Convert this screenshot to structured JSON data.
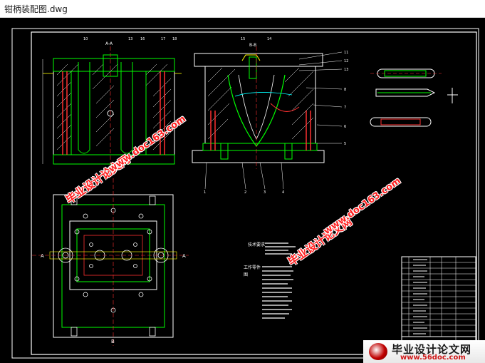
{
  "window": {
    "title": "钳柄装配图.dwg"
  },
  "drawing": {
    "section_a": "A-A",
    "section_b": "B-B",
    "label_a": "A",
    "label_b": "B",
    "tech_req_heading": "技术要求",
    "work_zone_heading": "工作零件",
    "work_zone_sub": "图",
    "part_numbers_top": [
      "10",
      "13",
      "16",
      "17",
      "18"
    ],
    "part_numbers_mid": [
      "15",
      "14"
    ],
    "part_numbers_right": [
      "11",
      "12",
      "13",
      "8",
      "7",
      "6",
      "5"
    ],
    "part_numbers_bottom": [
      "1",
      "2",
      "3",
      "4"
    ]
  },
  "watermarks": {
    "cn": "毕业设计论文网",
    "url": "www.doc163.com"
  },
  "logo": {
    "cn": "毕业设计论文网",
    "url": "www.56doc.com"
  },
  "colors": {
    "canvas": "#000000",
    "line_white": "#ffffff",
    "line_green": "#00ff00",
    "line_red": "#ff3030",
    "line_yellow": "#ffff00",
    "line_cyan": "#00ffff"
  }
}
